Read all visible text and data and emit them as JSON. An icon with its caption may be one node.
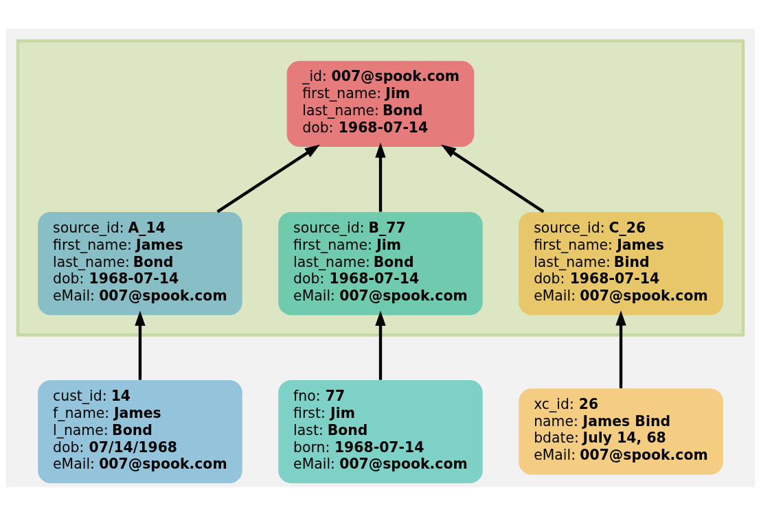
{
  "diagram": {
    "nodes": [
      {
        "text": [],
        "shape": "box"
      },
      {
        "text": [
          "_id: **007@spook.com**",
          "first_name: **Jim**",
          "last_name: **Bond**",
          "dob: **1968-07-14**"
        ],
        "in": 0
      },
      {
        "text": [
          "source_id: **A_14**",
          "first_name: **James**",
          "last_name: **Bond**",
          "dob: **1968-07-14**",
          "eMail: **007@spook.com**"
        ],
        "in": 0
      },
      {
        "text": [
          "source_id: **B_77**",
          "first_name: **Jim**",
          "last_name: **Bond**",
          "dob: **1968-07-14**",
          "eMail: **007@spook.com**"
        ],
        "in": 0
      },
      {
        "text": [
          "source_id: **C_26**",
          "first_name: **James**",
          "last_name: **Bind**",
          "dob: **1968-07-14**",
          "eMail: **007@spook.com**"
        ],
        "in": 0
      },
      {
        "text": [
          "cust_id: **14**",
          "f_name: **James**",
          "l_name: **Bond**",
          "dob: **07/14/1968**",
          "eMail: **007@spook.com**"
        ]
      },
      {
        "text": [
          "fno: **77**",
          "first: **Jim**",
          "last: **Bond**",
          "born: **1968-07-14**",
          "eMail: **007@spook.com**"
        ]
      },
      {
        "text": [
          "xc_id: **26**",
          "name: **James Bind**",
          "bdate: **July 14, 68**",
          "eMail: **007@spook.com**"
        ]
      }
    ],
    "edges": [
      {
        "from": 2,
        "to": 1,
        "arrow": "to"
      },
      {
        "from": 3,
        "to": 1,
        "arrow": "to"
      },
      {
        "from": 4,
        "to": 1,
        "arrow": "to"
      },
      {
        "from": 5,
        "to": 2,
        "arrow": "to"
      },
      {
        "from": 6,
        "to": 3,
        "arrow": "to"
      },
      {
        "from": 7,
        "to": 4,
        "arrow": "to"
      }
    ]
  }
}
